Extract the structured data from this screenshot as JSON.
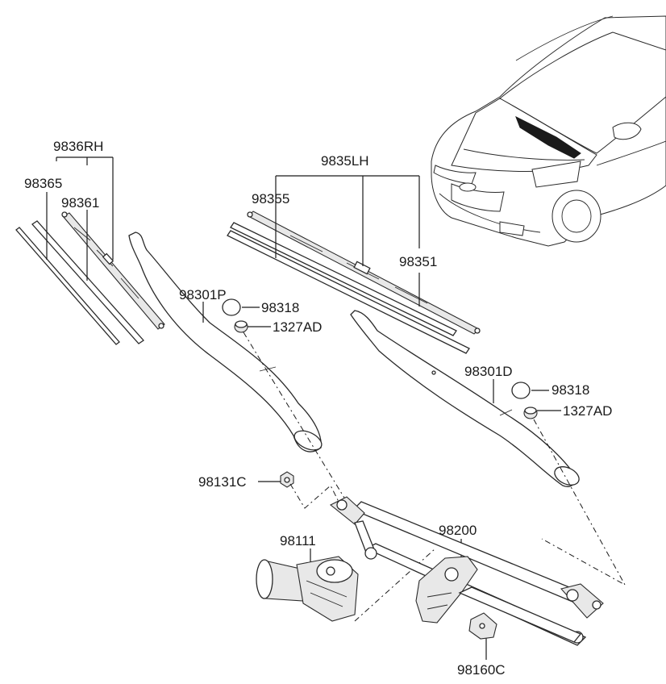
{
  "labels": {
    "p9836RH": "9836RH",
    "p98365": "98365",
    "p98361": "98361",
    "p9835LH": "9835LH",
    "p98355": "98355",
    "p98351": "98351",
    "p98301P": "98301P",
    "p98318a": "98318",
    "p1327ADa": "1327AD",
    "p98301D": "98301D",
    "p98318b": "98318",
    "p1327ADb": "1327AD",
    "p98131C": "98131C",
    "p98111": "98111",
    "p98200": "98200",
    "p98160C": "98160C"
  }
}
